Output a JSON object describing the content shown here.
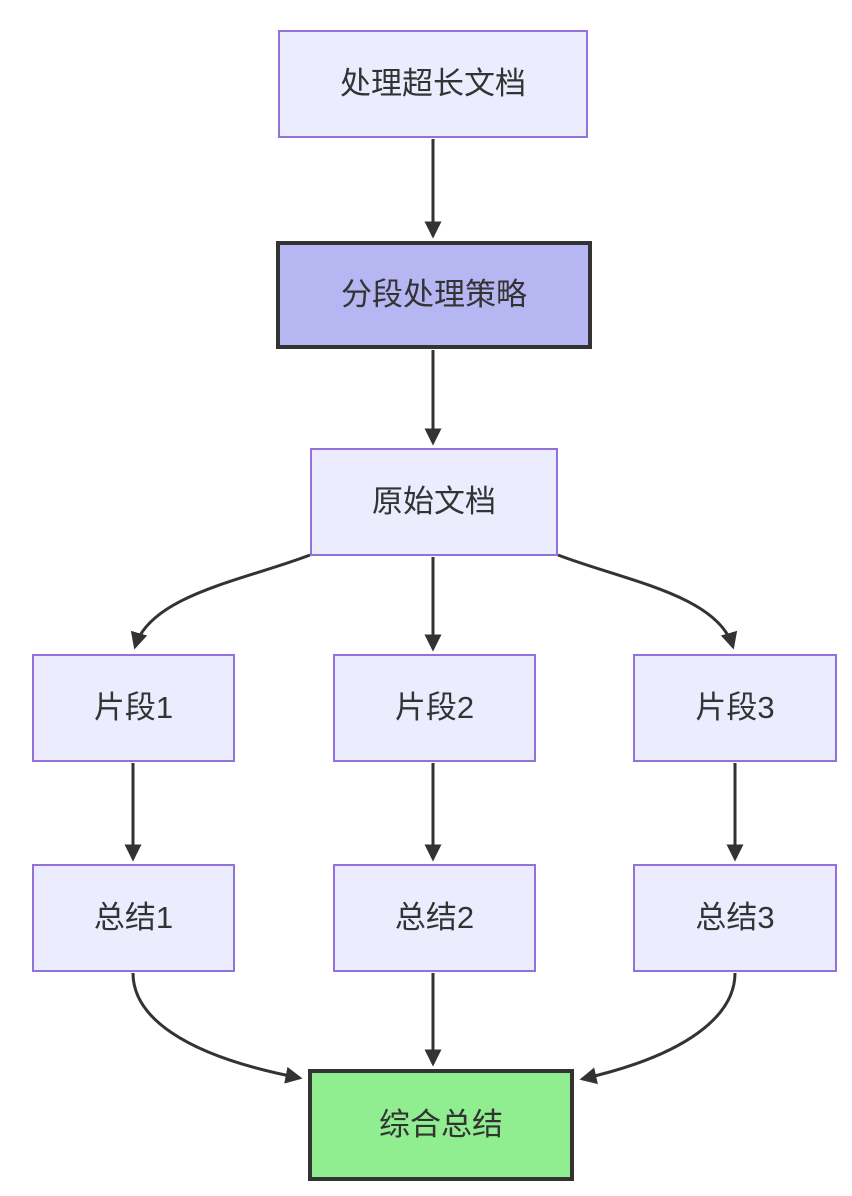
{
  "colors": {
    "canvas_bg": "#ffffff",
    "node_fill": "#ececff",
    "node_border": "#9370db",
    "emphasis_fill": "#b6b6f2",
    "emphasis_border": "#333333",
    "success_fill": "#90ee90",
    "success_border": "#333333",
    "edge_color": "#333333",
    "text_color": "#333333"
  },
  "nodes": [
    {
      "id": "process-long-doc",
      "label": "处理超长文档",
      "style": "default"
    },
    {
      "id": "segmentation-strategy",
      "label": "分段处理策略",
      "style": "emphasis"
    },
    {
      "id": "original-document",
      "label": "原始文档",
      "style": "default"
    },
    {
      "id": "fragment-1",
      "label": "片段1",
      "style": "default"
    },
    {
      "id": "fragment-2",
      "label": "片段2",
      "style": "default"
    },
    {
      "id": "fragment-3",
      "label": "片段3",
      "style": "default"
    },
    {
      "id": "summary-1",
      "label": "总结1",
      "style": "default"
    },
    {
      "id": "summary-2",
      "label": "总结2",
      "style": "default"
    },
    {
      "id": "summary-3",
      "label": "总结3",
      "style": "default"
    },
    {
      "id": "final-summary",
      "label": "综合总结",
      "style": "success"
    }
  ],
  "edges": [
    {
      "from": "process-long-doc",
      "to": "segmentation-strategy"
    },
    {
      "from": "segmentation-strategy",
      "to": "original-document"
    },
    {
      "from": "original-document",
      "to": "fragment-1"
    },
    {
      "from": "original-document",
      "to": "fragment-2"
    },
    {
      "from": "original-document",
      "to": "fragment-3"
    },
    {
      "from": "fragment-1",
      "to": "summary-1"
    },
    {
      "from": "fragment-2",
      "to": "summary-2"
    },
    {
      "from": "fragment-3",
      "to": "summary-3"
    },
    {
      "from": "summary-1",
      "to": "final-summary"
    },
    {
      "from": "summary-2",
      "to": "final-summary"
    },
    {
      "from": "summary-3",
      "to": "final-summary"
    }
  ]
}
